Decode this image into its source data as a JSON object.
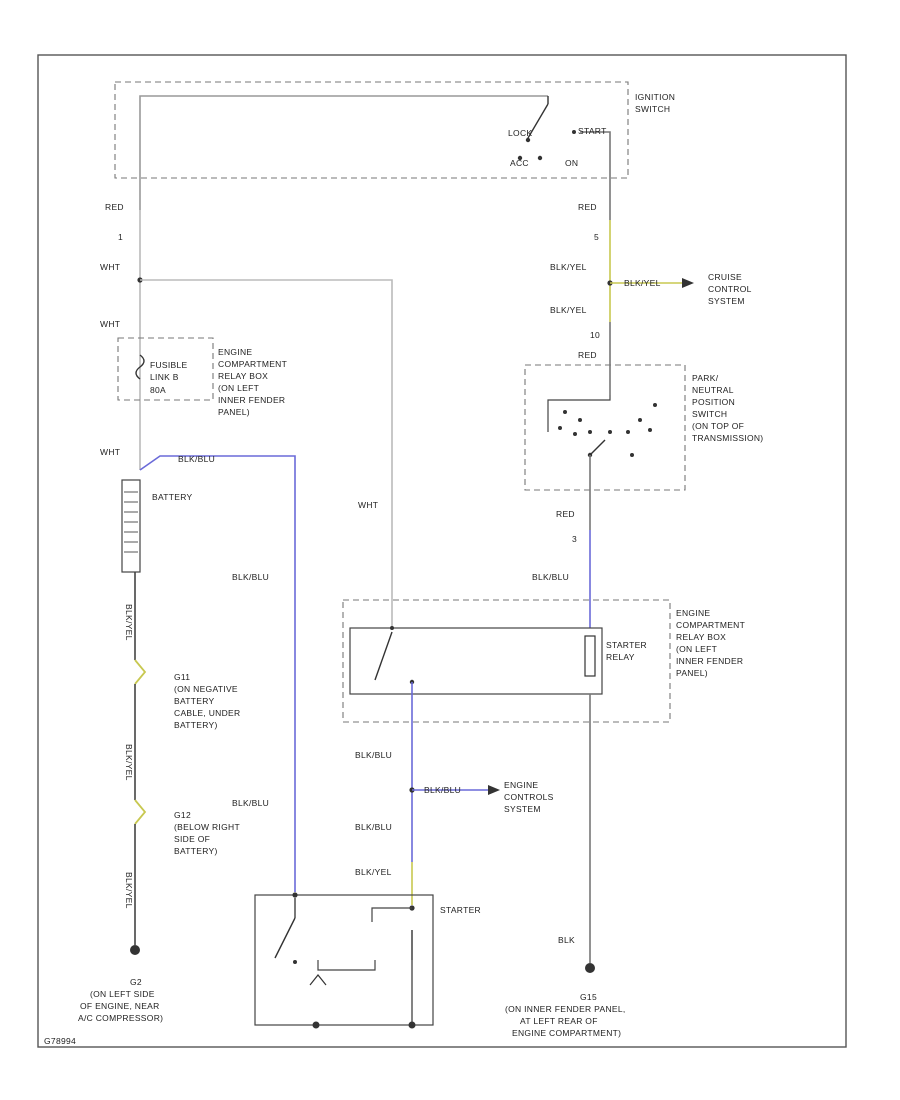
{
  "colors": {
    "frame": "#555555",
    "wire_black": "#444444",
    "wire_white": "#bbbbbb",
    "wire_blue": "#6a6ad8",
    "wire_yellow": "#c8c850",
    "wire_thin": "#999999"
  },
  "ignition": {
    "title_1": "IGNITION",
    "title_2": "SWITCH",
    "lock": "LOCK",
    "start": "START",
    "acc": "ACC",
    "on": "ON"
  },
  "wires": {
    "red_left": "RED",
    "pin_1": "1",
    "wht_1": "WHT",
    "wht_2": "WHT",
    "wht_3": "WHT",
    "red_right": "RED",
    "pin_5": "5",
    "blk_yel_1": "BLK/YEL",
    "blk_yel_2": "BLK/YEL",
    "pin_10": "10",
    "red_pn": "RED",
    "red_lower": "RED",
    "pin_3": "3",
    "blk_blu_pn": "BLK/BLU",
    "wht_mid": "WHT",
    "blk_blu_left": "BLK/BLU",
    "blk_blu_batt": "BLK/BLU",
    "blk_blu_s1": "BLK/BLU",
    "blk_blu_s2": "BLK/BLU",
    "blk_blu_s3": "BLK/BLU",
    "blk_blu_s4": "BLK/BLU",
    "blk_yel_s": "BLK/YEL",
    "blk_yel_cruise": "BLK/YEL",
    "blk_ylw_g1": "BLK/YEL",
    "blk_ylw_g2": "BLK/YEL",
    "blk_ylw_g3": "BLK/YEL",
    "blk_gnd": "BLK"
  },
  "cruise": {
    "line1": "CRUISE",
    "line2": "CONTROL",
    "line3": "SYSTEM"
  },
  "fusible": {
    "line1": "FUSIBLE",
    "line2": "LINK B",
    "line3": "80A"
  },
  "ecrb_top": {
    "line1": "ENGINE",
    "line2": "COMPARTMENT",
    "line3": "RELAY BOX",
    "line4": "(ON LEFT",
    "line5": "INNER FENDER",
    "line6": "PANEL)"
  },
  "pn_switch": {
    "line1": "PARK/",
    "line2": "NEUTRAL",
    "line3": "POSITION",
    "line4": "SWITCH",
    "line5": "(ON TOP OF",
    "line6": "TRANSMISSION)"
  },
  "battery": {
    "label": "BATTERY"
  },
  "starter_relay": {
    "line1": "STARTER",
    "line2": "RELAY"
  },
  "ecrb_mid": {
    "line1": "ENGINE",
    "line2": "COMPARTMENT",
    "line3": "RELAY BOX",
    "line4": "(ON LEFT",
    "line5": "INNER FENDER",
    "line6": "PANEL)"
  },
  "g11": {
    "name": "G11",
    "line1": "(ON NEGATIVE",
    "line2": "BATTERY",
    "line3": "CABLE, UNDER",
    "line4": "BATTERY)"
  },
  "g12": {
    "name": "G12",
    "line1": "(BELOW RIGHT",
    "line2": "SIDE OF",
    "line3": "BATTERY)"
  },
  "engine_controls": {
    "line1": "ENGINE",
    "line2": "CONTROLS",
    "line3": "SYSTEM"
  },
  "starter": {
    "label": "STARTER"
  },
  "g2": {
    "name": "G2",
    "line1": "(ON LEFT SIDE",
    "line2": "OF ENGINE, NEAR",
    "line3": "A/C COMPRESSOR)"
  },
  "g15": {
    "name": "G15",
    "line1": "(ON INNER FENDER PANEL,",
    "line2": "AT LEFT REAR OF",
    "line3": "ENGINE COMPARTMENT)"
  },
  "footer": {
    "code": "G78994"
  }
}
